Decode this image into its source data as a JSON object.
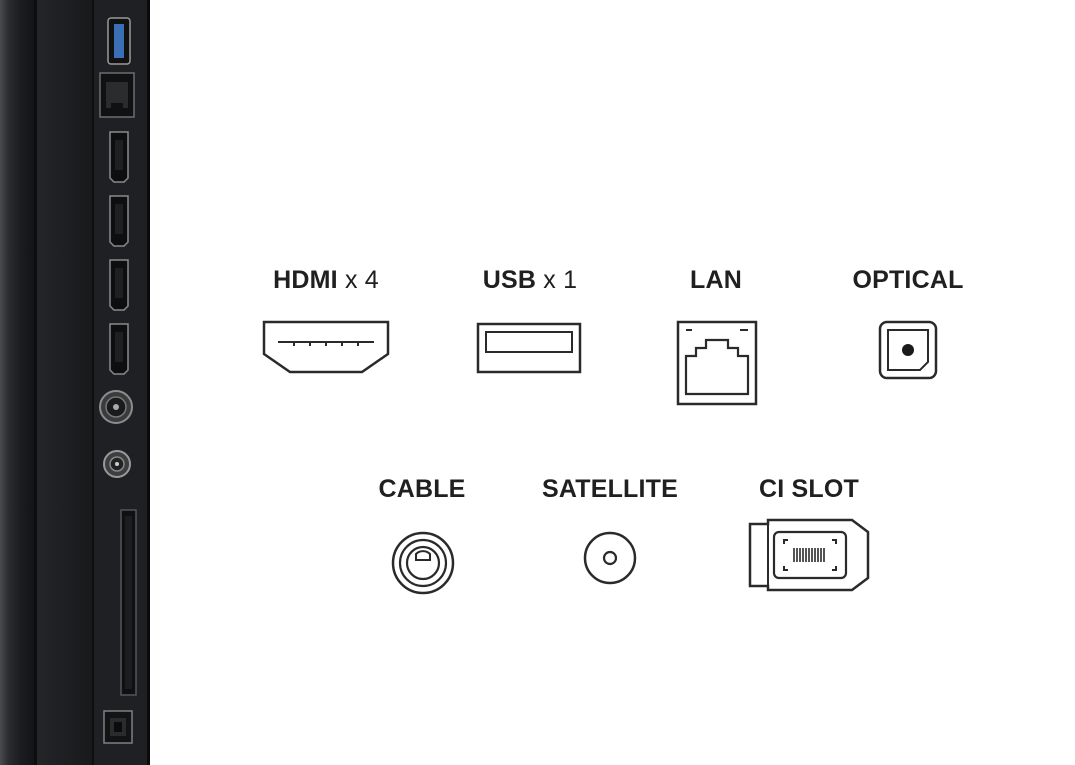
{
  "ports_row_1": [
    {
      "id": "hdmi",
      "label": "HDMI",
      "count": "x 4",
      "icon": "hdmi-port-icon"
    },
    {
      "id": "usb",
      "label": "USB",
      "count": "x 1",
      "icon": "usb-port-icon"
    },
    {
      "id": "lan",
      "label": "LAN",
      "count": "",
      "icon": "ethernet-port-icon"
    },
    {
      "id": "optical",
      "label": "OPTICAL",
      "count": "",
      "icon": "optical-port-icon"
    }
  ],
  "ports_row_2": [
    {
      "id": "cable",
      "label": "CABLE",
      "count": "",
      "icon": "coaxial-cable-port-icon"
    },
    {
      "id": "satellite",
      "label": "SATELLITE",
      "count": "",
      "icon": "satellite-port-icon"
    },
    {
      "id": "ci_slot",
      "label": "CI SLOT",
      "count": "",
      "icon": "ci-slot-card-icon"
    }
  ],
  "tv_side_panel": {
    "ports": [
      "usb",
      "lan",
      "hdmi",
      "hdmi",
      "hdmi",
      "hdmi",
      "cable",
      "satellite",
      "ci_slot",
      "optical"
    ]
  },
  "colors": {
    "text": "#202020",
    "icon_stroke": "#2a2a2a",
    "tv_body": "#1c1e21",
    "usb_blue": "#3a6fb5",
    "background": "#ffffff"
  }
}
